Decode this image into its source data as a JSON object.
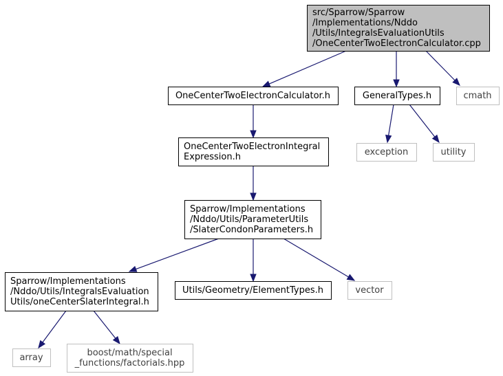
{
  "nodes": [
    {
      "id": "root",
      "kind": "root",
      "lines": [
        "src/Sparrow/Sparrow",
        "/Implementations/Nddo",
        "/Utils/IntegralsEvaluationUtils",
        "/OneCenterTwoElectronCalculator.cpp"
      ]
    },
    {
      "id": "calc_h",
      "kind": "local",
      "lines": [
        "OneCenterTwoElectronCalculator.h"
      ]
    },
    {
      "id": "general_types",
      "kind": "local",
      "lines": [
        "GeneralTypes.h"
      ]
    },
    {
      "id": "cmath",
      "kind": "external",
      "lines": [
        "cmath"
      ]
    },
    {
      "id": "exception",
      "kind": "external",
      "lines": [
        "exception"
      ]
    },
    {
      "id": "utility",
      "kind": "external",
      "lines": [
        "utility"
      ]
    },
    {
      "id": "integral_expr",
      "kind": "local",
      "lines": [
        "OneCenterTwoElectronIntegral",
        "Expression.h"
      ]
    },
    {
      "id": "slater_params",
      "kind": "local",
      "lines": [
        "Sparrow/Implementations",
        "/Nddo/Utils/ParameterUtils",
        "/SlaterCondonParameters.h"
      ]
    },
    {
      "id": "slater_integral",
      "kind": "local",
      "lines": [
        "Sparrow/Implementations",
        "/Nddo/Utils/IntegralsEvaluation",
        "Utils/oneCenterSlaterIntegral.h"
      ]
    },
    {
      "id": "element_types",
      "kind": "local",
      "lines": [
        "Utils/Geometry/ElementTypes.h"
      ]
    },
    {
      "id": "vector",
      "kind": "external",
      "lines": [
        "vector"
      ]
    },
    {
      "id": "array",
      "kind": "external",
      "lines": [
        "array"
      ]
    },
    {
      "id": "factorials",
      "kind": "external",
      "lines": [
        "boost/math/special",
        "_functions/factorials.hpp"
      ]
    }
  ],
  "edges": [
    {
      "from": "root",
      "to": "calc_h"
    },
    {
      "from": "root",
      "to": "general_types"
    },
    {
      "from": "root",
      "to": "cmath"
    },
    {
      "from": "general_types",
      "to": "exception"
    },
    {
      "from": "general_types",
      "to": "utility"
    },
    {
      "from": "calc_h",
      "to": "integral_expr"
    },
    {
      "from": "integral_expr",
      "to": "slater_params"
    },
    {
      "from": "slater_params",
      "to": "slater_integral"
    },
    {
      "from": "slater_params",
      "to": "element_types"
    },
    {
      "from": "slater_params",
      "to": "vector"
    },
    {
      "from": "slater_integral",
      "to": "array"
    },
    {
      "from": "slater_integral",
      "to": "factorials"
    }
  ],
  "colors": {
    "edge": "#191970",
    "root_fill": "#bfbfbf",
    "local_border": "#000000",
    "external_border": "#bfbfbf",
    "external_text": "#404040"
  }
}
